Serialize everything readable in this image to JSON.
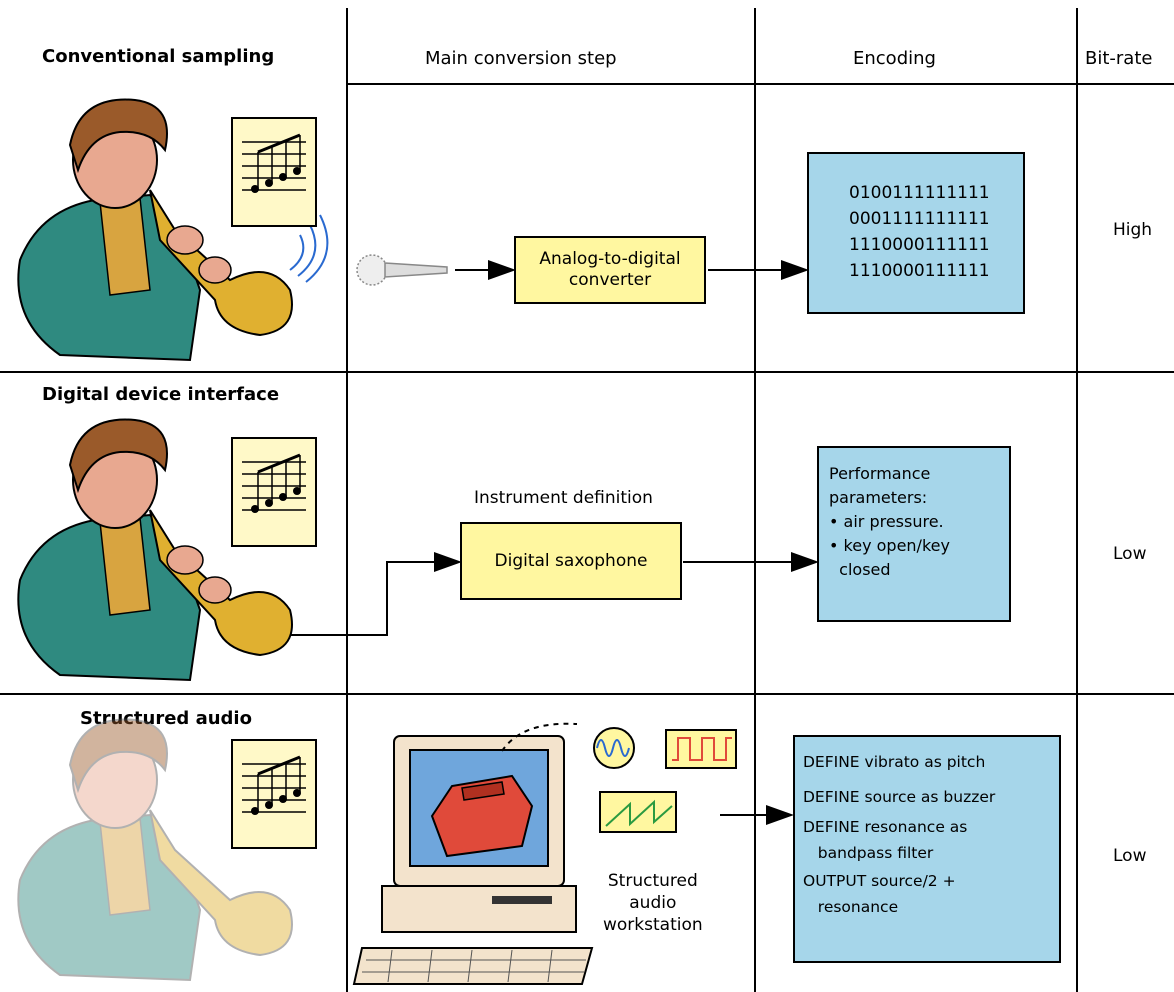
{
  "columns": {
    "main_step": "Main conversion step",
    "encoding": "Encoding",
    "bitrate": "Bit-rate"
  },
  "rows": {
    "conventional": {
      "title": "Conventional sampling",
      "converter": "Analog-to-digital converter",
      "bits": [
        "0100111111111",
        "0001111111111",
        "1110000111111",
        "1110000111111"
      ],
      "rate": "High"
    },
    "digital": {
      "title": "Digital device interface",
      "instrument_caption": "Instrument definition",
      "device": "Digital saxophone",
      "params": [
        "Performance",
        "parameters:",
        "• air pressure.",
        "• key open/key",
        "  closed"
      ],
      "rate": "Low"
    },
    "structured": {
      "title": "Structured audio",
      "workstation": [
        "Structured",
        "audio",
        "workstation"
      ],
      "code": [
        "DEFINE vibrato as pitch",
        "DEFINE source as buzzer",
        "DEFINE resonance as",
        "   bandpass filter",
        "OUTPUT source/2 +",
        "   resonance"
      ],
      "rate": "Low"
    }
  },
  "colors": {
    "yellow_box": "#fff7a0",
    "blue_box": "#a6d6ea",
    "suit_green": "#2f8a80",
    "sax_gold": "#e0b030",
    "skin": "#e8a890",
    "hair": "#9a5a2a"
  }
}
